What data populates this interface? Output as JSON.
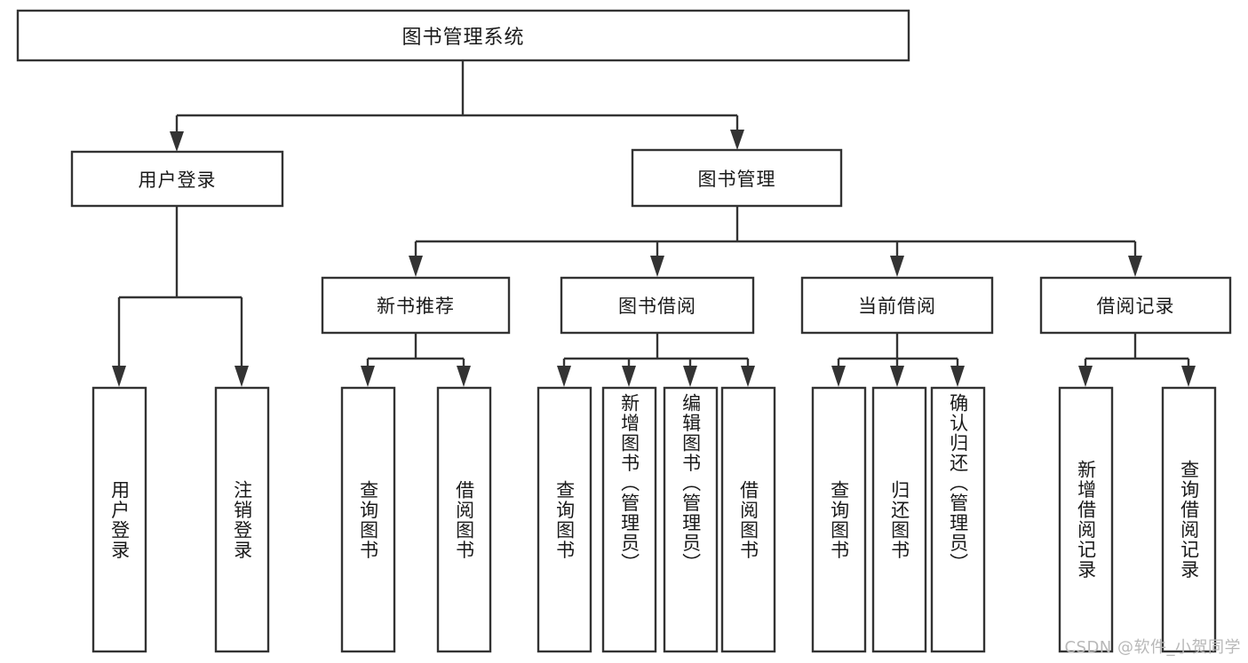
{
  "diagram": {
    "type": "tree-hierarchy",
    "root": {
      "id": "root",
      "label": "图书管理系统"
    },
    "level1": [
      {
        "id": "user-login",
        "label": "用户登录"
      },
      {
        "id": "book-management",
        "label": "图书管理"
      }
    ],
    "level2": [
      {
        "id": "new-book-recommend",
        "label": "新书推荐",
        "parent": "book-management"
      },
      {
        "id": "book-borrow",
        "label": "图书借阅",
        "parent": "book-management"
      },
      {
        "id": "current-borrow",
        "label": "当前借阅",
        "parent": "book-management"
      },
      {
        "id": "borrow-record",
        "label": "借阅记录",
        "parent": "book-management"
      }
    ],
    "leaves": [
      {
        "id": "leaf-user-login",
        "label": "用户登录",
        "parent": "user-login"
      },
      {
        "id": "leaf-logout-login",
        "label": "注销登录",
        "parent": "user-login"
      },
      {
        "id": "leaf-query-book-1",
        "label": "查询图书",
        "parent": "new-book-recommend"
      },
      {
        "id": "leaf-borrow-book-1",
        "label": "借阅图书",
        "parent": "new-book-recommend"
      },
      {
        "id": "leaf-query-book-2",
        "label": "查询图书",
        "parent": "book-borrow"
      },
      {
        "id": "leaf-add-book",
        "label": "新增图书（管理员）",
        "parent": "book-borrow"
      },
      {
        "id": "leaf-edit-book",
        "label": "编辑图书（管理员）",
        "parent": "book-borrow"
      },
      {
        "id": "leaf-borrow-book-2",
        "label": "借阅图书",
        "parent": "book-borrow"
      },
      {
        "id": "leaf-query-book-3",
        "label": "查询图书",
        "parent": "current-borrow"
      },
      {
        "id": "leaf-return-book",
        "label": "归还图书",
        "parent": "current-borrow"
      },
      {
        "id": "leaf-confirm-return",
        "label": "确认归还（管理员）",
        "parent": "current-borrow"
      },
      {
        "id": "leaf-add-record",
        "label": "新增借阅记录",
        "parent": "borrow-record"
      },
      {
        "id": "leaf-query-record",
        "label": "查询借阅记录",
        "parent": "borrow-record"
      }
    ]
  },
  "watermark": {
    "text": "CSDN @软件_小贺同学"
  },
  "colors": {
    "box_stroke": "#333333",
    "box_fill": "#ffffff",
    "text": "#1a1a1a",
    "watermark": "#b8b8b8",
    "background": "#ffffff"
  }
}
